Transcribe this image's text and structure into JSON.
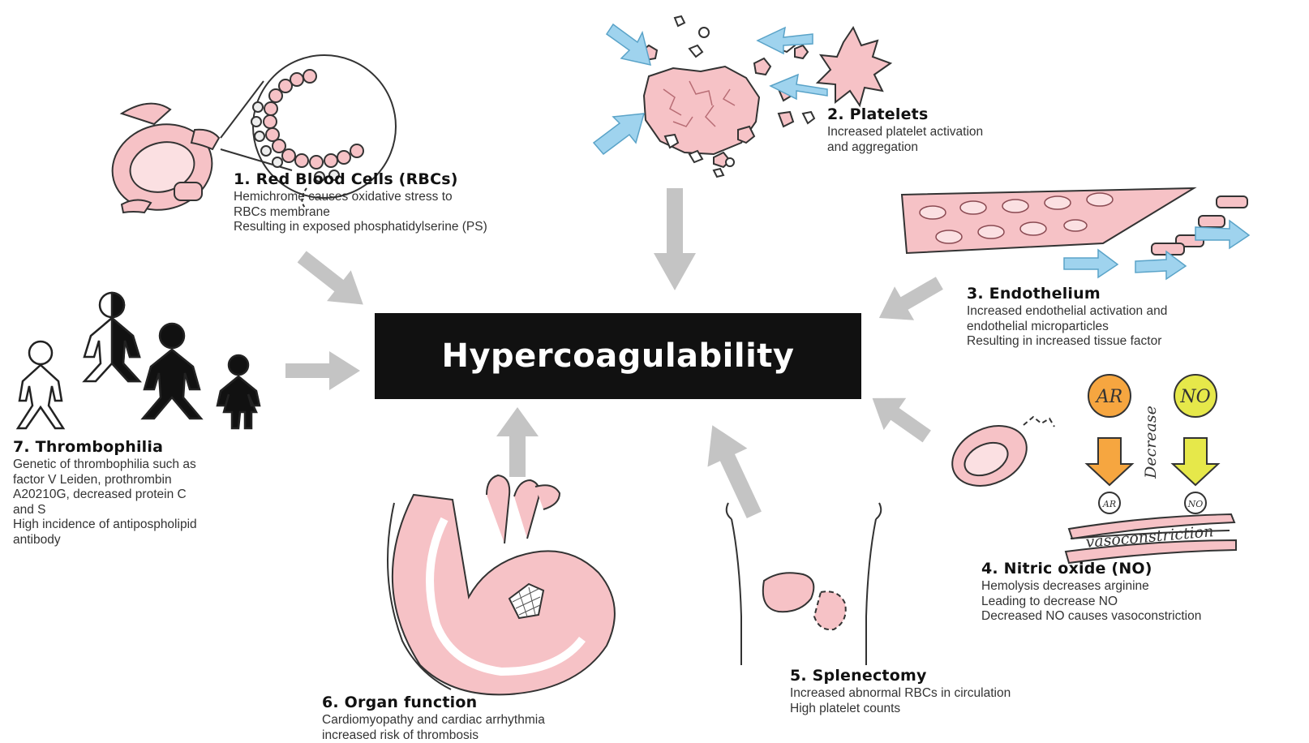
{
  "center": {
    "title": "Hypercoagulability"
  },
  "factors": [
    {
      "heading": "1. Red Blood Cells (RBCs)",
      "lines": [
        "Hemichrome causes oxidative stress to",
        "RBCs membrane",
        "Resulting in exposed phosphatidylserine (PS)"
      ]
    },
    {
      "heading": "2. Platelets",
      "lines": [
        "Increased platelet activation",
        "and aggregation"
      ]
    },
    {
      "heading": "3. Endothelium",
      "lines": [
        "Increased endothelial activation and",
        "endothelial microparticles",
        "Resulting in increased tissue factor"
      ]
    },
    {
      "heading": "4. Nitric oxide (NO)",
      "lines": [
        "Hemolysis decreases arginine",
        "Leading to decrease NO",
        "Decreased NO causes vasoconstriction"
      ]
    },
    {
      "heading": "5. Splenectomy",
      "lines": [
        "Increased abnormal RBCs in circulation",
        "High platelet counts"
      ]
    },
    {
      "heading": "6. Organ function",
      "lines": [
        "Cardiomyopathy and cardiac arrhythmia",
        "increased risk of thrombosis"
      ]
    },
    {
      "heading": "7. Thrombophilia",
      "lines": [
        "Genetic of thrombophilia such as",
        "factor V Leiden, prothrombin",
        "A20210G, decreased protein C",
        "and S",
        "High incidence of antipospholipid",
        "antibody"
      ]
    }
  ],
  "no_panel": {
    "ar": "AR",
    "no": "NO",
    "decrease": "Decrease",
    "vasoconstriction": "vasoconstriction"
  },
  "colors": {
    "pink": "#f6c2c6",
    "pink_dark": "#e79aa1",
    "arrow_gray": "#c4c4c4",
    "blue_arrow": "#9fd3ee",
    "ar_orange": "#f6a640",
    "no_yellow": "#e6e84a",
    "box_black": "#111111"
  }
}
